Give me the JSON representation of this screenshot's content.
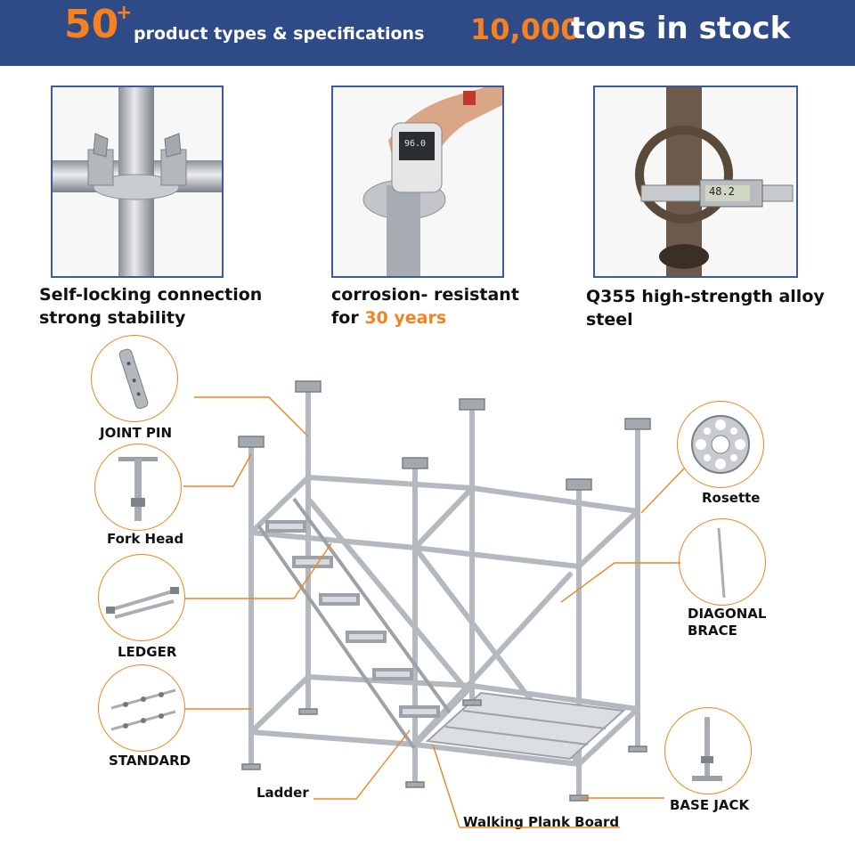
{
  "banner": {
    "num1": "50",
    "num1_sup": "+",
    "text1": "product types & specifications",
    "num2": "10,000",
    "text2": "tons in stock"
  },
  "features": [
    {
      "line1": "Self-locking connection",
      "line2": "strong stability"
    },
    {
      "line1": "corrosion- resistant",
      "line2_prefix": "for ",
      "line2_highlight": "30 years"
    },
    {
      "line1": "Q355 high-strength alloy",
      "line2": "steel"
    }
  ],
  "gauge_reading": "96.0",
  "caliper_reading": "48.2",
  "parts": {
    "joint_pin": "JOINT PIN",
    "fork_head": "Fork Head",
    "ledger": "LEDGER",
    "standard": "STANDARD",
    "rosette": "Rosette",
    "diagonal_brace_1": "DIAGONAL",
    "diagonal_brace_2": "BRACE",
    "base_jack": "BASE JACK",
    "ladder": "Ladder",
    "walking_plank": "Walking Plank Board"
  },
  "colors": {
    "banner": "#2e4a87",
    "accent": "#f5821f",
    "steel": "#b8bcc2"
  }
}
